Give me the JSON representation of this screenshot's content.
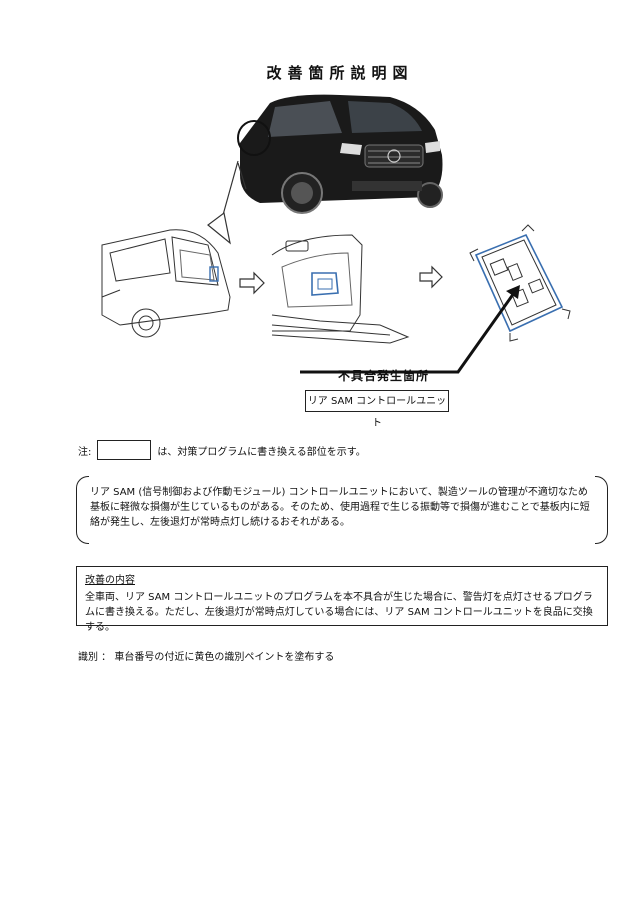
{
  "title": "改善箇所説明図",
  "figure": {
    "defect_location_label": "不具合発生箇所",
    "unit_label": "リア SAM コントロールユニット",
    "icons": [
      "car-front-photo",
      "car-rear-illustration",
      "interior-panel-illustration",
      "control-unit-illustration",
      "arrow-icon"
    ]
  },
  "note": {
    "prefix": "注:",
    "suffix": "は、対策プログラムに書き換える部位を示す。"
  },
  "description": "リア SAM (信号制御および作動モジュール) コントロールユニットにおいて、製造ツールの管理が不適切なため基板に軽微な損傷が生じているものがある。そのため、使用過程で生じる振動等で損傷が進むことで基板内に短絡が発生し、左後退灯が常時点灯し続けるおそれがある。",
  "improvement": {
    "heading": "改善の内容",
    "body": "全車両、リア SAM コントロールユニットのプログラムを本不具合が生じた場合に、警告灯を点灯させるプログラムに書き換える。ただし、左後退灯が常時点灯している場合には、リア SAM コントロールユニットを良品に交換する。"
  },
  "identification": "識別 ： 車台番号の付近に黄色の識別ペイントを塗布する"
}
